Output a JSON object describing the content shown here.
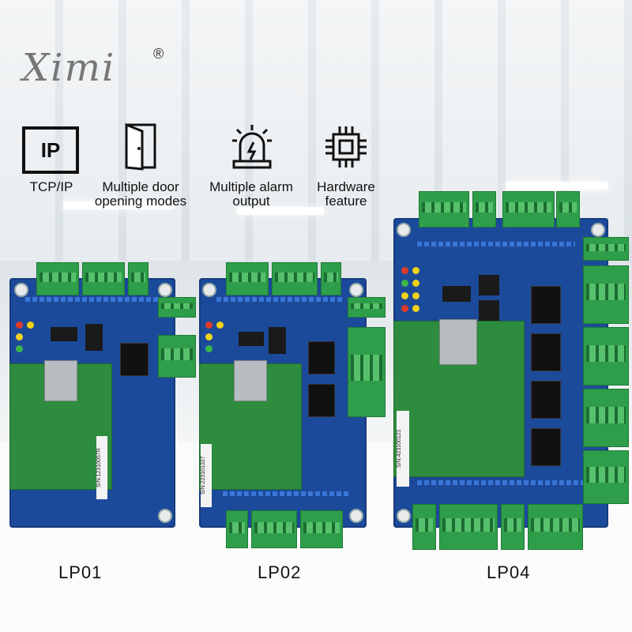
{
  "brand": {
    "logo_text": "Ximi",
    "registered_mark": "®"
  },
  "features": [
    {
      "icon": "ip-icon",
      "icon_text": "IP",
      "label": "TCP/IP"
    },
    {
      "icon": "door-icon",
      "label": "Multiple door opening modes"
    },
    {
      "icon": "alarm-icon",
      "label": "Multiple alarm output"
    },
    {
      "icon": "chip-icon",
      "label": "Hardware feature"
    }
  ],
  "products": [
    {
      "model": "LP01",
      "serial": "S/N:12310057R"
    },
    {
      "model": "LP02",
      "serial": "S/N:223101327"
    },
    {
      "model": "LP04",
      "serial": "S/N:423100121"
    }
  ],
  "colors": {
    "board_blue": "#1c4a9a",
    "pcb_green": "#2e8c3e",
    "terminal_green": "#2f9e4a"
  }
}
